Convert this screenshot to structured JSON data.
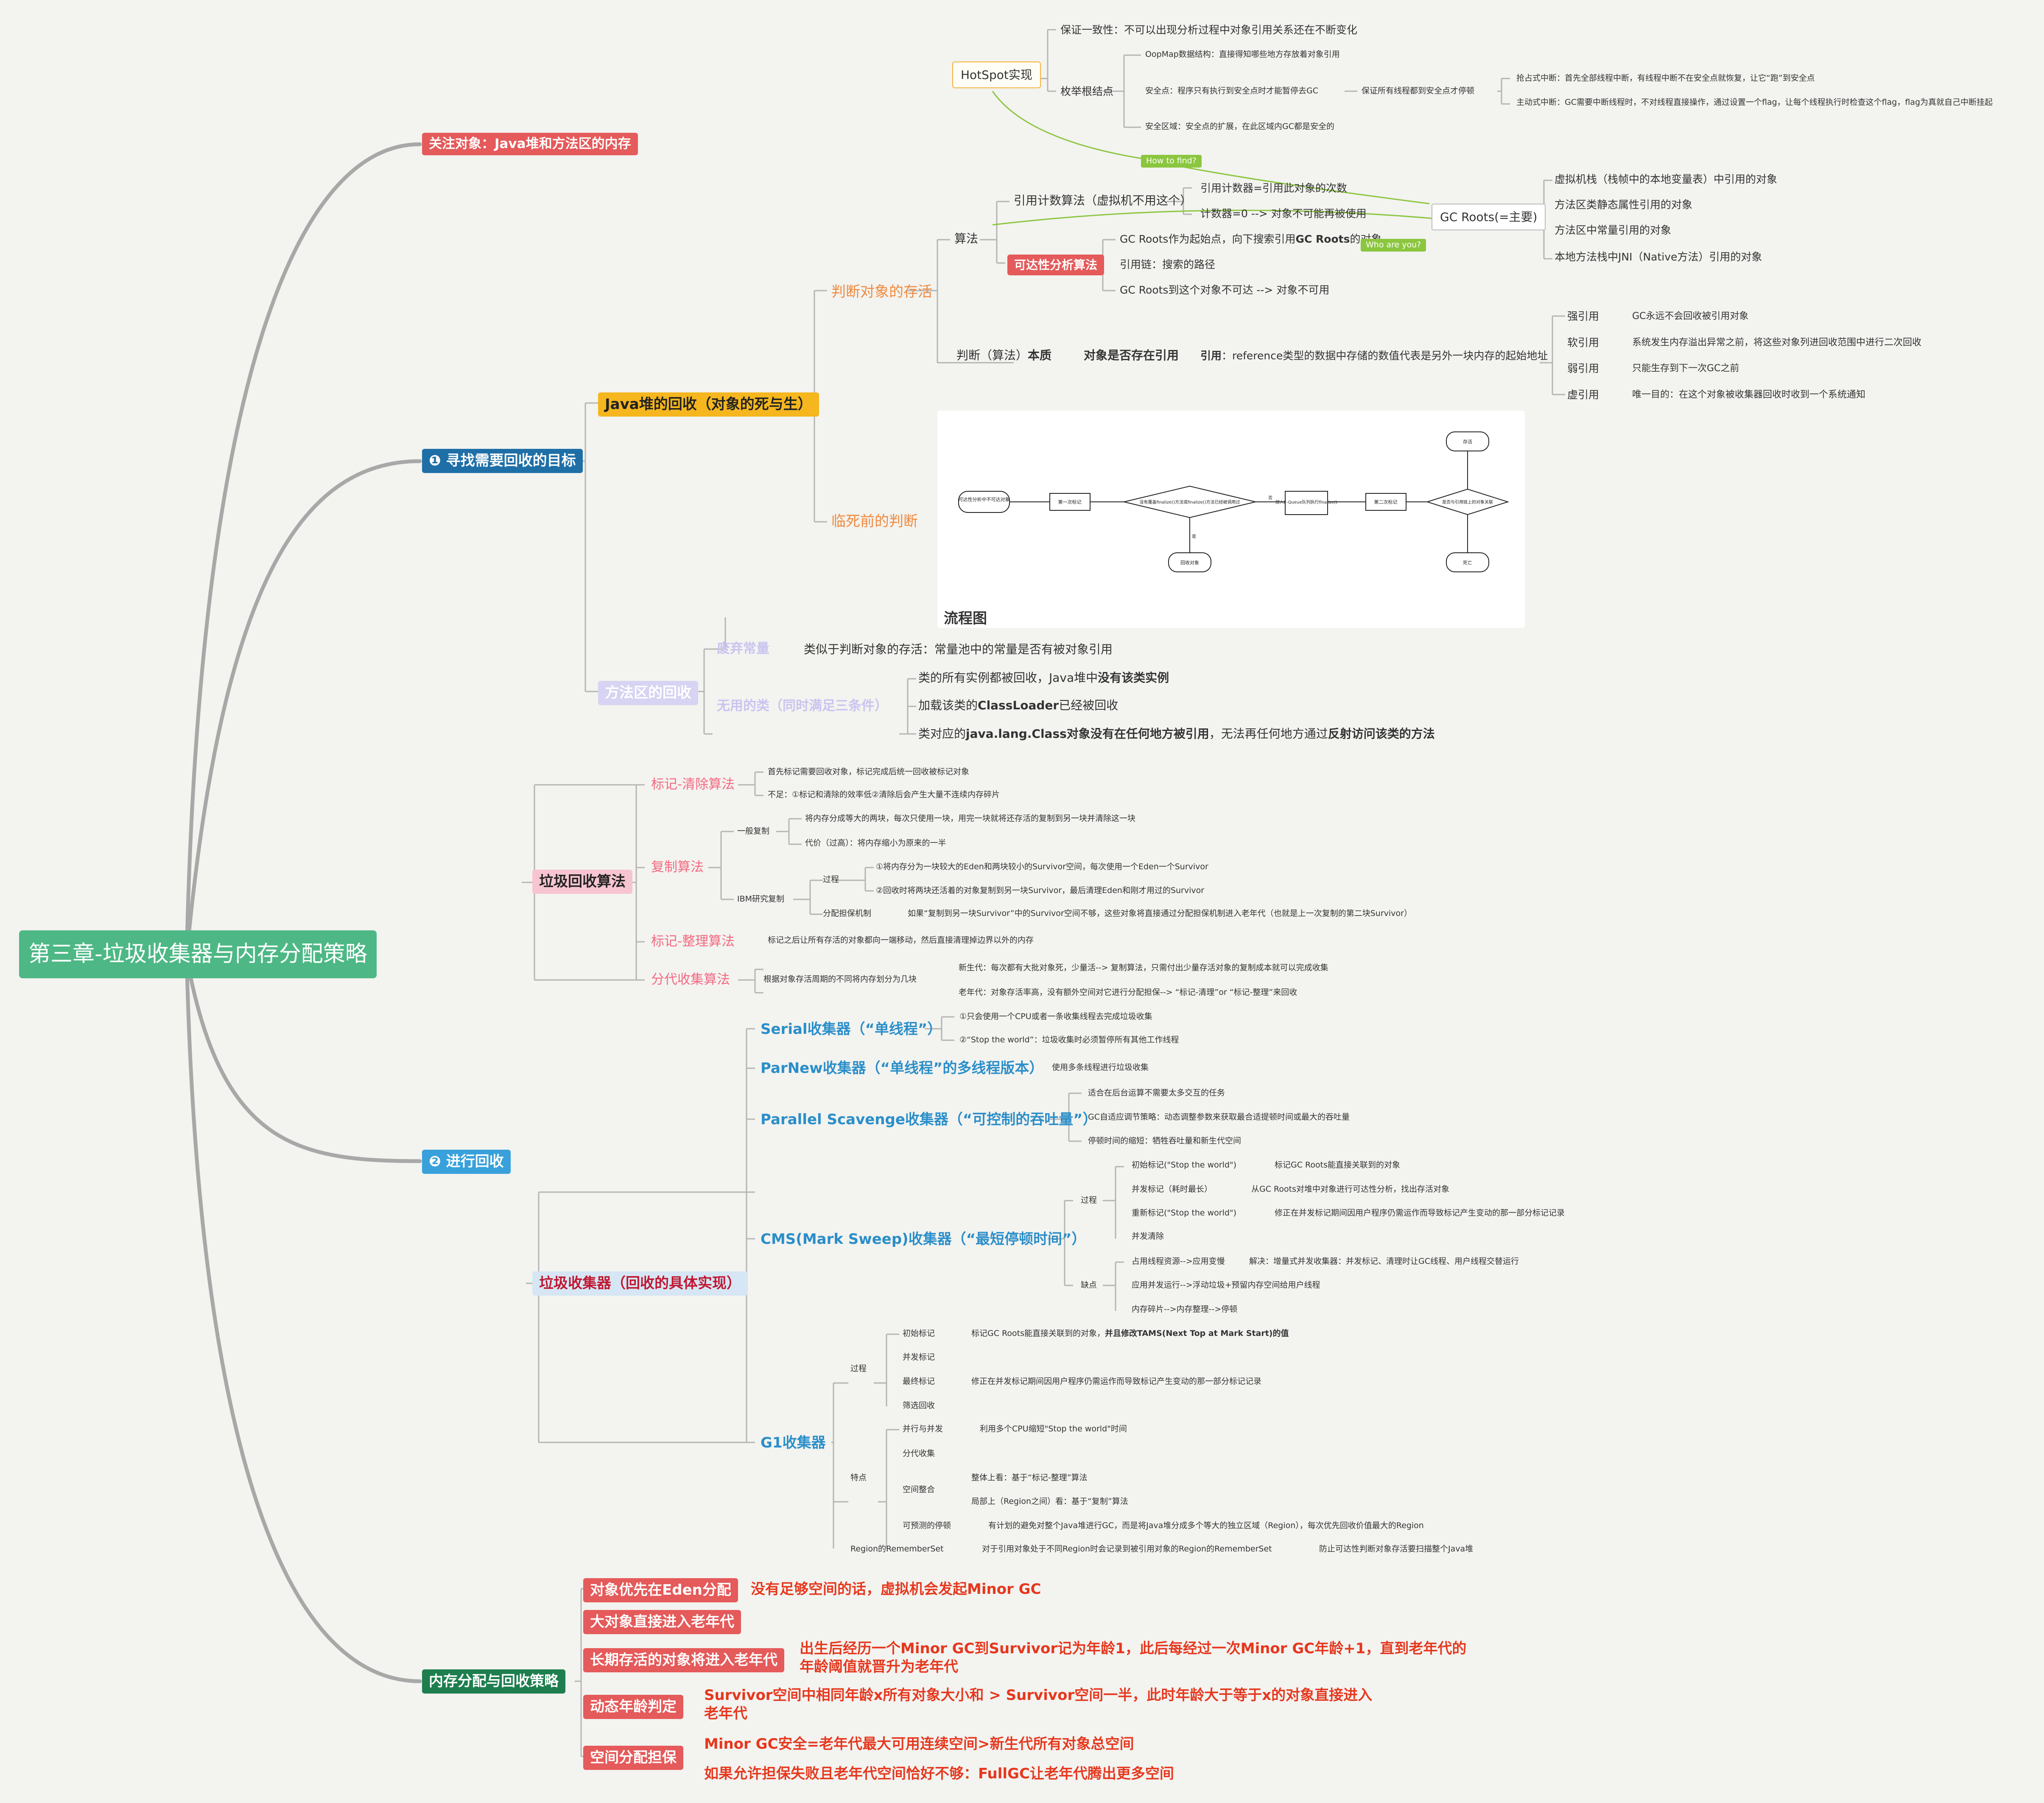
{
  "root": "第三章-垃圾收集器与内存分配策略",
  "focus": "关注对象：Java堆和方法区的内存",
  "b1": {
    "label": "❶ 寻找需要回收的目标",
    "heap": "Java堆的回收（对象的死与生）",
    "alive": "判断对象的存活",
    "algo": "算法",
    "rc": "引用计数算法（虚拟机不用这个）",
    "rc1": "引用计数器=引用此对象的次数",
    "rc2": "计数器=0 --> 对象不可能再被使用",
    "reach": "可达性分析算法",
    "ra1a": "GC Roots作为起始点，向下搜索引用",
    "ra1b": "GC Roots",
    "ra1c": "的对象",
    "ra2": "引用链：搜索的路径",
    "ra3": "GC Roots到这个对象不可达 --> 对象不可用",
    "who": "Who are you?",
    "how": "How to find?",
    "gcroots": "GC Roots(=主要)",
    "roots": [
      "虚拟机栈（栈帧中的本地变量表）中引用的对象",
      "方法区类静态属性引用的对象",
      "方法区中常量引用的对象",
      "本地方法栈中JNI（Native方法）引用的对象"
    ],
    "hotspot": "HotSpot实现",
    "hs1": "保证一致性：不可以出现分析过程中对象引用关系还在不断变化",
    "hs2": "枚举根结点",
    "hs3": "OopMap数据结构：直接得知哪些地方存放着对象引用",
    "hs4": "安全点：程序只有执行到安全点时才能暂停去GC",
    "hs5": "保证所有线程都到安全点才停顿",
    "hs6": "抢占式中断：首先全部线程中断，有线程中断不在安全点就恢复，让它“跑”到安全点",
    "hs7": "主动式中断：GC需要中断线程时，不对线程直接操作，通过设置一个flag，让每个线程执行时检查这个flag，flag为真就自己中断挂起",
    "hs8": "安全区域：安全点的扩展，在此区域内GC都是安全的",
    "judge": "判断（算法）",
    "judge2": "本质",
    "judge3": "对象是否存在引用",
    "ref1": "引用",
    "ref2": "：reference类型的数据中存储的数值代表是另外一块内存的起始地址",
    "refs": [
      {
        "k": "强引用",
        "v": "GC永远不会回收被引用对象"
      },
      {
        "k": "软引用",
        "v": "系统发生内存溢出异常之前，将这些对象列进回收范围中进行二次回收"
      },
      {
        "k": "弱引用",
        "v": "只能生存到下一次GC之前"
      },
      {
        "k": "虚引用",
        "v": "唯一目的：在这个对象被收集器回收时收到一个系统通知"
      }
    ],
    "dying": "临死前的判断",
    "flow_caption": "流程图",
    "flow": {
      "start": "可达性分析中不可达对象",
      "mark1": "第一次标记",
      "cond": "没有覆盖finalize()方法或finalize()方法已经被调用过",
      "no": "否",
      "yes": "是",
      "queue": "放入F-Queue队列执行finalize()",
      "mark2": "第二次标记",
      "cond2": "是否与引用链上的对象关联",
      "survive": "存活",
      "dead": "死亡",
      "reclaim": "回收对象"
    },
    "method": "方法区的回收",
    "abandon": "废弃常量",
    "abandon_d": "类似于判断对象的存活：常量池中的常量是否有被对象引用",
    "useless": "无用的类（同时满足三条件）",
    "u1a": "类的所有实例都被回收，Java堆中",
    "u1b": "没有该类实例",
    "u2a": "加载该类的",
    "u2b": "ClassLoader",
    "u2c": "已经被回收",
    "u3a": "类对应的",
    "u3b": "java.lang.Class对象没有在任何地方被引用",
    "u3c": "，无法再任何地方通过",
    "u3d": "反射访问该类的方法"
  },
  "b2": {
    "label": "❷ 进行回收",
    "gcalgo": "垃圾回收算法",
    "ms": "标记-清除算法",
    "ms1": "首先标记需要回收对象，标记完成后统一回收被标记对象",
    "ms2": "不足：①标记和清除的效率低②清除后会产生大量不连续内存碎片",
    "copy": "复制算法",
    "cp_g": "一般复制",
    "cp1": "将内存分成等大的两块，每次只使用一块，用完一块就将还存活的复制到另一块并清除这一块",
    "cp2": "代价（过高）：将内存缩小为原来的一半",
    "cp_ibm": "IBM研究复制",
    "cp_proc": "过程",
    "cp3": "①将内存分为一块较大的Eden和两块较小的Survivor空间，每次使用一个Eden一个Survivor",
    "cp4": "②回收时将两块还活着的对象复制到另一块Survivor，最后清理Eden和刚才用过的Survivor",
    "cp_guar": "分配担保机制",
    "cp5": "如果“复制到另一块Survivor”中的Survivor空间不够，这些对象将直接通过分配担保机制进入老年代（也就是上一次复制的第二块Survivor）",
    "mc": "标记-整理算法",
    "mc1": "标记之后让所有存活的对象都向一端移动，然后直接清理掉边界以外的内存",
    "gen": "分代收集算法",
    "gen0": "根据对象存活周期的不同将内存划分为几块",
    "gen1": "新生代：每次都有大批对象死，少量活--> 复制算法，只需付出少量存活对象的复制成本就可以完成收集",
    "gen2": "老年代：对象存活率高，没有额外空间对它进行分配担保--> “标记-清理”or “标记-整理”来回收",
    "collectors": "垃圾收集器（回收的具体实现）",
    "serial": "Serial收集器（“单线程”）",
    "se1": "①只会使用一个CPU或者一条收集线程去完成垃圾收集",
    "se2": "②“Stop the world”：垃圾收集时必须暂停所有其他工作线程",
    "parnew": "ParNew收集器（“单线程”的多线程版本）",
    "pn1": "使用多条线程进行垃圾收集",
    "ps": "Parallel Scavenge收集器（“可控制的吞吐量”）",
    "ps1": "适合在后台运算不需要太多交互的任务",
    "ps2": "GC自适应调节策略：动态调整参数来获取最合适提顿时间或最大的吞吐量",
    "ps3": "停顿时间的缩短：牺牲吞吐量和新生代空间",
    "cms": "CMS(Mark Sweep)收集器（“最短停顿时间”）",
    "cms_p": "过程",
    "cms1": "初始标记(\"Stop the world\")",
    "cms1d": "标记GC Roots能直接关联到的对象",
    "cms2": "并发标记（耗时最长）",
    "cms2d": "从GC Roots对堆中对象进行可达性分析，找出存活对象",
    "cms3": "重新标记(\"Stop the world\")",
    "cms3d": "修正在并发标记期间因用户程序仍需运作而导致标记产生变动的那一部分标记记录",
    "cms4": "并发清除",
    "cms_w": "缺点",
    "cmsw1": "占用线程资源-->应用变慢",
    "cmsw1d": "解决：增量式并发收集器：并发标记、清理时让GC线程、用户线程交替运行",
    "cmsw2": "应用并发运行-->浮动垃圾+预留内存空间给用户线程",
    "cmsw3": "内存碎片-->内存整理-->停顿",
    "g1": "G1收集器",
    "g1_p": "过程",
    "g1p1": "初始标记",
    "g1p1da": "标记GC Roots能直接关联到的对象，",
    "g1p1db": "并且修改TAMS(Next Top at Mark Start)的值",
    "g1p2": "并发标记",
    "g1p3": "最终标记",
    "g1p3d": "修正在并发标记期间因用户程序仍需运作而导致标记产生变动的那一部分标记记录",
    "g1p4": "筛选回收",
    "g1_f": "特点",
    "g1f1": "并行与并发",
    "g1f1d": "利用多个CPU缩短\"Stop the world\"时间",
    "g1f2": "分代收集",
    "g1f3": "空间整合",
    "g1f3a": "整体上看：基于“标记-整理”算法",
    "g1f3b": "局部上（Region之间）看：基于“复制”算法",
    "g1f4": "可预测的停顿",
    "g1f4d": "有计划的避免对整个Java堆进行GC，而是将Java堆分成多个等大的独立区域（Region），每次优先回收价值最大的Region",
    "g1rs": "Region的RememberSet",
    "g1rs1": "对于引用对象处于不同Region时会记录到被引用对象的Region的RememberSet",
    "g1rs2": "防止可达性判断对象存活要扫描整个Java堆"
  },
  "b3": {
    "label": "内存分配与回收策略",
    "items": [
      {
        "k": "对象优先在Eden分配",
        "v": "没有足够空间的话，虚拟机会发起Minor GC"
      },
      {
        "k": "大对象直接进入老年代",
        "v": ""
      },
      {
        "k": "长期存活的对象将进入老年代",
        "v": "出生后经历一个Minor GC到Survivor记为年龄1，此后每经过一次Minor GC年龄+1，直到老年代的",
        "v2": "年龄阈值就晋升为老年代"
      },
      {
        "k": "动态年龄判定",
        "v": "Survivor空间中相同年龄x所有对象大小和 > Survivor空间一半，此时年龄大于等于x的对象直接进入",
        "v2": "老年代"
      },
      {
        "k": "空间分配担保",
        "v": "Minor GC安全=老年代最大可用连续空间>新生代所有对象总空间",
        "v2": "如果允许担保失败且老年代空间恰好不够：FullGC让老年代腾出更多空间"
      }
    ]
  },
  "colors": {
    "root": "#4db885",
    "line": "#aaaaaa",
    "hotspot_border": "#f3b23b",
    "pill": "#8bc63f"
  }
}
